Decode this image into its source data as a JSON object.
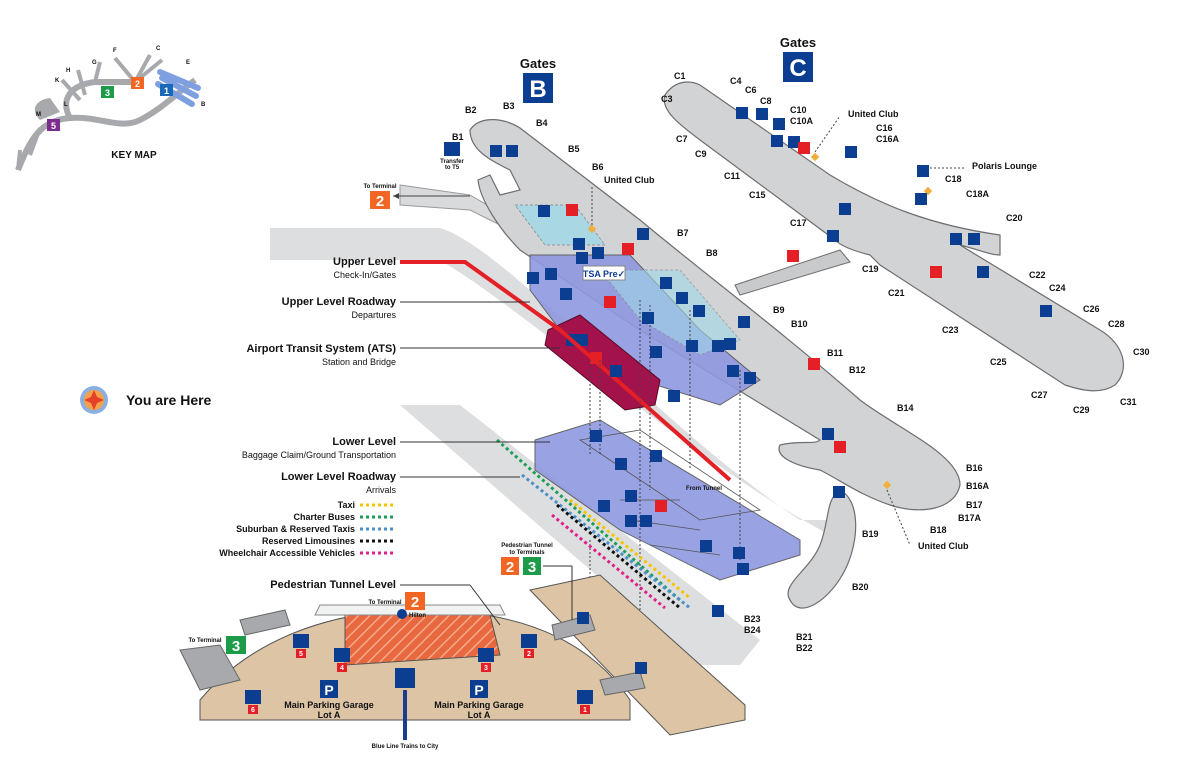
{
  "key_map": {
    "title": "KEY MAP",
    "concourse_letters": [
      "F",
      "C",
      "E",
      "G",
      "H",
      "B",
      "K",
      "L",
      "M"
    ],
    "terminal_numbers": [
      "1",
      "2",
      "3",
      "5"
    ]
  },
  "gates_b": {
    "heading": "Gates",
    "letter": "B"
  },
  "gates_c": {
    "heading": "Gates",
    "letter": "C"
  },
  "gate_labels_b": [
    "B1",
    "B2",
    "B3",
    "B4",
    "B5",
    "B6",
    "B7",
    "B8",
    "B9",
    "B10",
    "B11",
    "B12",
    "B14",
    "B16",
    "B16A",
    "B17",
    "B17A",
    "B18",
    "B19",
    "B20",
    "B21",
    "B22",
    "B23",
    "B24"
  ],
  "gate_labels_c": [
    "C1",
    "C3",
    "C4",
    "C6",
    "C7",
    "C8",
    "C9",
    "C10",
    "C10A",
    "C11",
    "C15",
    "C16",
    "C16A",
    "C17",
    "C18",
    "C18A",
    "C19",
    "C20",
    "C21",
    "C22",
    "C23",
    "C24",
    "C25",
    "C26",
    "C27",
    "C28",
    "C29",
    "C30",
    "C31"
  ],
  "lounges": {
    "united_club_b6": "United Club",
    "united_club_c10": "United Club",
    "polaris": "Polaris Lounge",
    "united_club_b18": "United Club"
  },
  "transfer_t5": {
    "line1": "Transfer",
    "line2": "to T5"
  },
  "to_terminal_2": {
    "text": "To Terminal",
    "number": "2"
  },
  "levels": [
    {
      "title": "Upper Level",
      "subtitle": "Check-In/Gates"
    },
    {
      "title": "Upper Level Roadway",
      "subtitle": "Departures"
    },
    {
      "title": "Airport Transit System (ATS)",
      "subtitle": "Station and Bridge"
    },
    {
      "title": "Lower Level",
      "subtitle": "Baggage Claim/Ground Transportation"
    },
    {
      "title": "Lower Level Roadway",
      "subtitle": "Arrivals"
    }
  ],
  "you_are_here": "You are Here",
  "tsa_precheck": "TSA Pre✓",
  "from_tunnel": "From Tunnel",
  "transport_legend": [
    {
      "label": "Taxi",
      "color": "#f5c400"
    },
    {
      "label": "Charter Buses",
      "color": "#1a9e5a"
    },
    {
      "label": "Suburban & Reserved Taxis",
      "color": "#4a8fc8"
    },
    {
      "label": "Reserved Limousines",
      "color": "#111111"
    },
    {
      "label": "Wheelchair Accessible Vehicles",
      "color": "#e0208a"
    }
  ],
  "pedestrian_tunnel": {
    "title": "Pedestrian Tunnel Level",
    "tunnel_label_line1": "Pedestrian Tunnel",
    "tunnel_label_line2": "to Terminals",
    "terminal_a": "2",
    "terminal_b": "3"
  },
  "garage": {
    "to_terminal_2_text": "To Terminal",
    "to_terminal_2_num": "2",
    "to_terminal_3_text": "To Terminal",
    "to_terminal_3_num": "3",
    "hotel": "Hilton",
    "lot_left_line1": "Main Parking Garage",
    "lot_left_line2": "Lot A",
    "lot_right_line1": "Main Parking Garage",
    "lot_right_line2": "Lot A",
    "parking_symbol": "P",
    "elevator_numbers": [
      "1",
      "2",
      "3",
      "4",
      "5",
      "6"
    ],
    "blue_line": "Blue Line Trains to City"
  },
  "colors": {
    "concourse": "#d2d3d5",
    "concourse_stroke": "#6d6e71",
    "road": "#d9dadb",
    "upper_level": "#8f98e0",
    "check_in": "#9fd8e8",
    "ats": "#a3124a",
    "red_line": "#e41f26",
    "garage": "#dcc4a4",
    "tunnel": "#e8683f",
    "terminal_2": "#f26522",
    "terminal_3": "#1c9b48",
    "terminal_1": "#1a68b8",
    "terminal_5": "#7b2c8e",
    "icon_blue": "#0b3d91",
    "gate_letter_bg": "#0b3d91"
  }
}
